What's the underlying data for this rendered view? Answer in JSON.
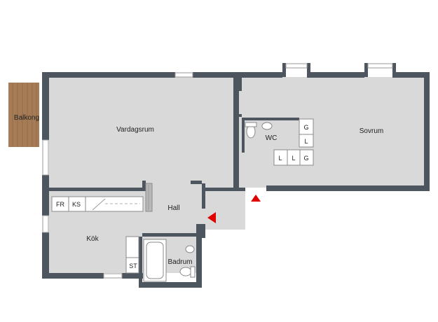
{
  "rooms": {
    "vardagsrum": "Vardagsrum",
    "sovrum": "Sovrum",
    "balkong": "Balkong",
    "wc": "WC",
    "hall": "Hall",
    "kok": "Kök",
    "badrum": "Badrum"
  },
  "fixtures": {
    "fr": "FR",
    "ks": "KS",
    "st": "ST",
    "wardrobe_g1": "G",
    "wardrobe_l1": "L",
    "wardrobe_l2": "L",
    "wardrobe_l3": "L",
    "wardrobe_g2": "G"
  },
  "colors": {
    "wall": "#4d565f",
    "floor": "#d9d9d9",
    "balcony": "#a67c56",
    "entrance_marker": "#e00000"
  }
}
